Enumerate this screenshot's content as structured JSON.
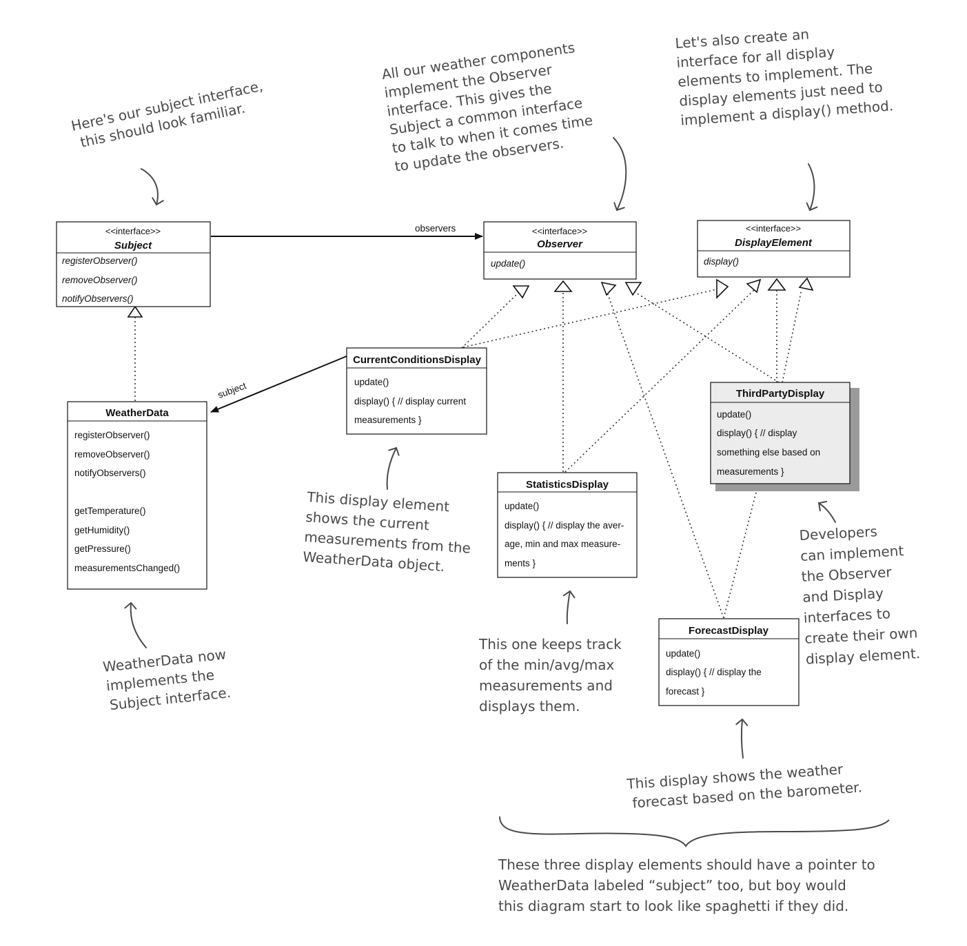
{
  "classes": {
    "subject": {
      "stereotype": "<<interface>>",
      "name": "Subject",
      "methods": [
        "registerObserver()",
        "removeObserver()",
        "notifyObservers()"
      ]
    },
    "observer": {
      "stereotype": "<<interface>>",
      "name": "Observer",
      "methods": [
        "update()"
      ]
    },
    "display_element": {
      "stereotype": "<<interface>>",
      "name": "DisplayElement",
      "methods": [
        "display()"
      ]
    },
    "weather_data": {
      "name": "WeatherData",
      "methods": [
        "registerObserver()",
        "removeObserver()",
        "notifyObservers()",
        "",
        "getTemperature()",
        "getHumidity()",
        "getPressure()",
        "measurementsChanged()"
      ]
    },
    "current_conditions": {
      "name": "CurrentConditionsDisplay",
      "methods": [
        "update()",
        "display() { // display current",
        "measurements }"
      ]
    },
    "third_party": {
      "name": "ThirdPartyDisplay",
      "methods": [
        "update()",
        "display() { // display",
        "something else based on",
        "measurements }"
      ]
    },
    "statistics": {
      "name": "StatisticsDisplay",
      "methods": [
        "update()",
        "display() { // display the aver-",
        "age, min and max measure-",
        "ments }"
      ]
    },
    "forecast": {
      "name": "ForecastDisplay",
      "methods": [
        "update()",
        "display() { // display the",
        "forecast }"
      ]
    }
  },
  "associations": {
    "observers_label": "observers",
    "subject_label": "subject"
  },
  "notes": {
    "subject_note": [
      "Here's our subject interface,",
      "this should look familiar."
    ],
    "observer_note": [
      "All our weather components",
      "implement the Observer",
      "interface. This gives the",
      "Subject a common interface",
      "to talk to when it comes time",
      "to update the observers."
    ],
    "display_note": [
      "Let's also create an",
      "interface for all display",
      "elements to implement. The",
      "display elements just need to",
      "implement a display() method."
    ],
    "current_note": [
      "This display element",
      "shows the current",
      "measurements from the",
      "WeatherData object."
    ],
    "weather_note": [
      "WeatherData now",
      "implements the",
      "Subject interface."
    ],
    "statistics_note": [
      "This one keeps track",
      "of the min/avg/max",
      "measurements and",
      "displays them."
    ],
    "developers_note": [
      "Developers",
      "can implement",
      "the Observer",
      "and Display",
      "interfaces to",
      "create their own",
      "display element."
    ],
    "forecast_note": [
      "This display shows the weather",
      "forecast based on the barometer."
    ],
    "bottom_note": [
      "These three display elements should have a pointer to",
      "WeatherData labeled “subject” too, but boy would",
      "this diagram start to look like spaghetti if they did."
    ]
  }
}
